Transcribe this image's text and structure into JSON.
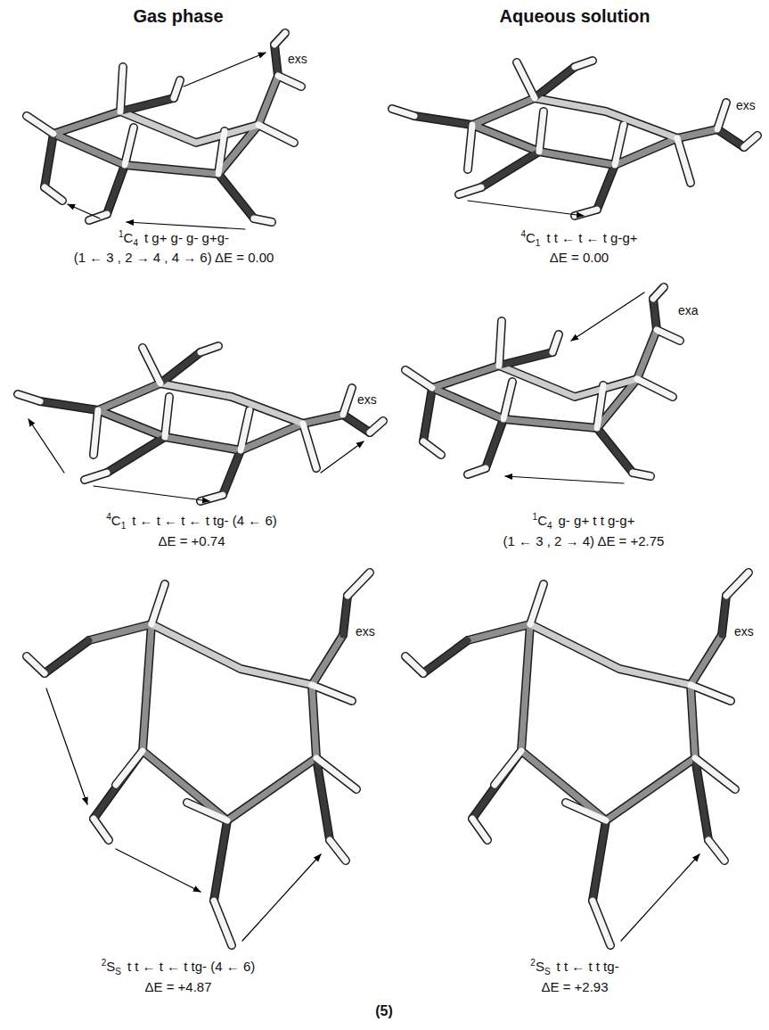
{
  "diagram": {
    "labels": [
      "Gas phase",
      "Aqueous solution",
      "exs",
      "1",
      "C",
      "4",
      "t g+ g- g- g+g-",
      "(1 ← 3 , 2 → 4 , 4 → 6) ΔE = 0.00",
      "exs",
      "4",
      "C",
      "1",
      "t t ← t ← t g-g+",
      "ΔE = 0.00",
      "exs",
      "4",
      "C",
      "1",
      "t ← t ← t ← t tg- (4 ← 6)",
      "ΔE = +0.74",
      "exa",
      "1",
      "C",
      "4",
      "g- g+ t t g-g+",
      "(1 ← 3 , 2 → 4) ΔE = +2.75",
      "exs",
      "2",
      "S",
      "S",
      "t t ← t ← t tg- (4 ← 6)",
      "ΔE = +4.87",
      "exs",
      "2",
      "S",
      "S",
      "t t ← t t tg-",
      "ΔE = +2.93",
      "(5)"
    ]
  }
}
